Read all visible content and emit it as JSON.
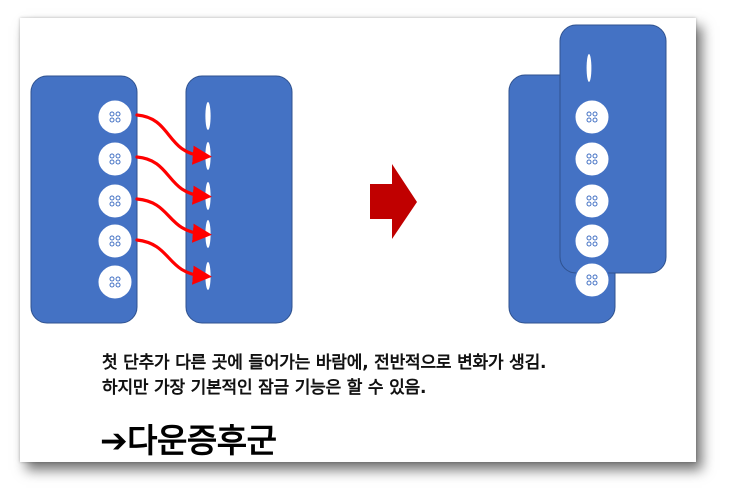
{
  "colors": {
    "panel_fill": "#4472c4",
    "panel_stroke": "#2f528f",
    "button_fill": "#ffffff",
    "button_holes": "#4472c4",
    "arrow_red": "#ff0000",
    "big_arrow": "#c00000"
  },
  "icons": {
    "button": "button-icon",
    "curved_arrow": "curved-red-arrow-icon",
    "big_arrow": "right-arrow-icon"
  },
  "text": {
    "line1": "첫 단추가 다른 곳에 들어가는 바람에, 전반적으로 변화가 생김.",
    "line2": "하지만 가장 기본적인 잠금 기능은 할 수 있음.",
    "conclusion": "➔다운증후군"
  }
}
